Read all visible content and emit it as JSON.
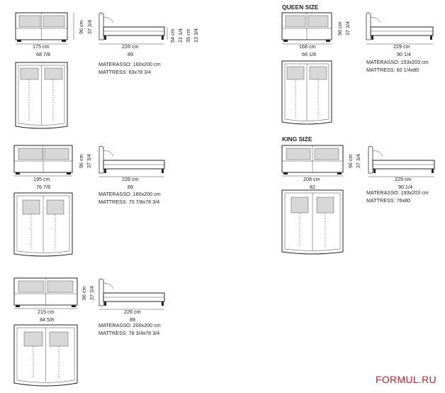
{
  "headings": {
    "queen": "QUEEN SIZE",
    "king": "KING SIZE"
  },
  "watermark": "FORMUL.RU",
  "shared": {
    "height_total": "96 cm",
    "height_total_in": "37 3/4",
    "length": "226 cm",
    "length_in": "89"
  },
  "side_heights": {
    "h1": "54 cm",
    "h1_in": "21 1/4",
    "h2": "35 cm",
    "h2_in": "13 3/4"
  },
  "beds": [
    {
      "id": "160",
      "width": "175 cm",
      "width_in": "68 7/8",
      "length": "226 cm",
      "length_in": "89",
      "materasso": "MATERASSO: 160x200 cm",
      "mattress": "MATTRESS: 63x78 3/4"
    },
    {
      "id": "180",
      "width": "195 cm",
      "width_in": "76 7/8",
      "length": "226 cm",
      "length_in": "89",
      "materasso": "MATERASSO: 180x200 cm",
      "mattress": "MATTRESS: 70 7/8x78 3/4"
    },
    {
      "id": "200",
      "width": "215 cm",
      "width_in": "84 5/8",
      "length": "226 cm",
      "length_in": "89",
      "materasso": "MATERASSO: 200x200 cm",
      "mattress": "MATTRESS: 78 3/4x78 3/4"
    },
    {
      "id": "queen",
      "width": "168 cm",
      "width_in": "66 1/8",
      "length": "229 cm",
      "length_in": "90 1/4",
      "materasso": "MATERASSO: 153x203 cm",
      "mattress": "MATTRESS: 60 1/4x80"
    },
    {
      "id": "king",
      "width": "208 cm",
      "width_in": "82",
      "length": "229 cm",
      "length_in": "90 1/4",
      "materasso": "MATERASSO: 193x203 cm",
      "mattress": "MATTRESS: 76x80"
    }
  ]
}
